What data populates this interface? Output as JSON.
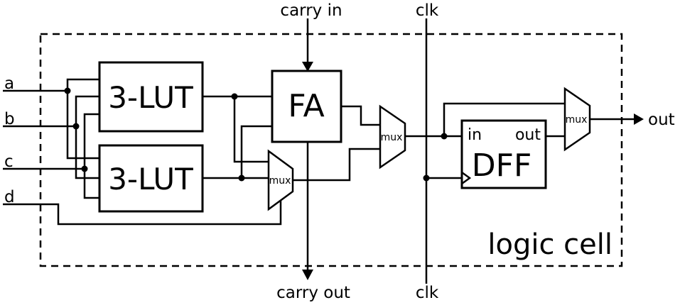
{
  "diagram": {
    "title": "logic cell",
    "colors": {
      "ink": "#000000",
      "background": "#ffffff"
    },
    "top_labels": {
      "carry_in": "carry in",
      "clk": "clk"
    },
    "bottom_labels": {
      "carry_out": "carry out",
      "clk": "clk"
    },
    "inputs": {
      "a": "a",
      "b": "b",
      "c": "c",
      "d": "d"
    },
    "output_label": "out",
    "components": {
      "lut_top": {
        "label": "3-LUT"
      },
      "lut_bottom": {
        "label": "3-LUT"
      },
      "full_adder": {
        "label": "FA"
      },
      "mux_lut": {
        "label": "mux"
      },
      "mux_fa": {
        "label": "mux"
      },
      "mux_out": {
        "label": "mux"
      },
      "dff": {
        "label": "DFF",
        "in_label": "in",
        "out_label": "out"
      }
    }
  }
}
